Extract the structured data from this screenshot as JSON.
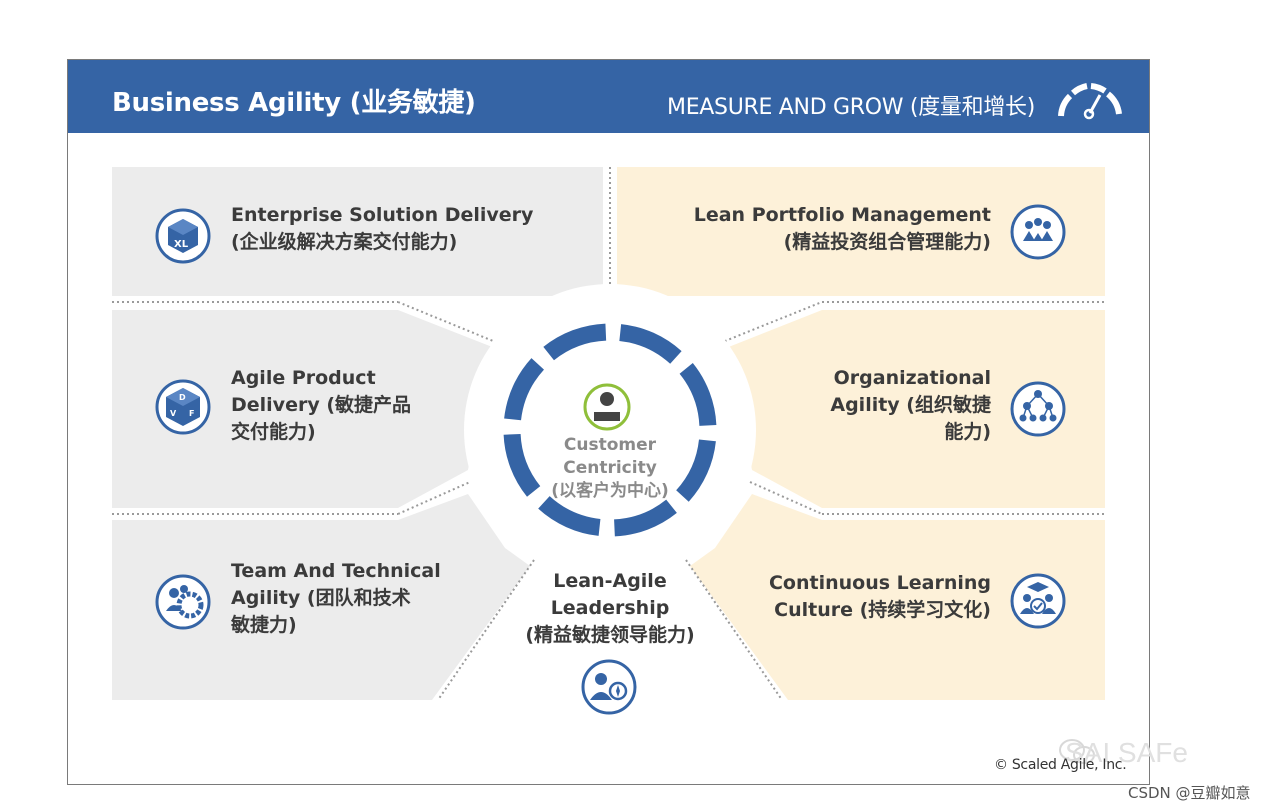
{
  "header": {
    "title": "Business Agility (业务敏捷)",
    "measure": "MEASURE AND GROW (度量和增长)"
  },
  "competencies": {
    "enterprise_solution_delivery": {
      "lines": [
        "Enterprise Solution Delivery",
        "(企业级解决方案交付能力)"
      ],
      "icon": "xl-cube-icon"
    },
    "agile_product_delivery": {
      "lines": [
        "Agile Product",
        "Delivery (敏捷产品",
        "交付能力)"
      ],
      "icon": "dvf-cube-icon"
    },
    "team_technical_agility": {
      "lines": [
        "Team And Technical",
        "Agility (团队和技术",
        "敏捷力)"
      ],
      "icon": "team-gear-icon"
    },
    "lean_portfolio_management": {
      "lines": [
        "Lean Portfolio Management",
        "(精益投资组合管理能力)"
      ],
      "icon": "portfolio-icon"
    },
    "organizational_agility": {
      "lines": [
        "Organizational",
        "Agility (组织敏捷",
        "能力)"
      ],
      "icon": "org-network-icon"
    },
    "continuous_learning_culture": {
      "lines": [
        "Continuous Learning",
        "Culture (持续学习文化)"
      ],
      "icon": "learning-culture-icon"
    },
    "lean_agile_leadership": {
      "lines": [
        "Lean-Agile",
        "Leadership",
        "(精益敏捷领导能力)"
      ],
      "icon": "leadership-icon"
    }
  },
  "center": {
    "lines": [
      "Customer",
      "Centricity",
      "(以客户为中心)"
    ],
    "icon": "customer-person-icon"
  },
  "footer": {
    "copyright": "© Scaled Agile, Inc.",
    "watermark": "SAI SAFe",
    "csdn": "CSDN @豆瓣如意"
  },
  "colors": {
    "brand_blue": "#3564a5",
    "left_panel": "#ececec",
    "right_panel": "#fdf1d9",
    "text_dark": "#3b3b3b",
    "text_gray": "#8a8a8a"
  }
}
